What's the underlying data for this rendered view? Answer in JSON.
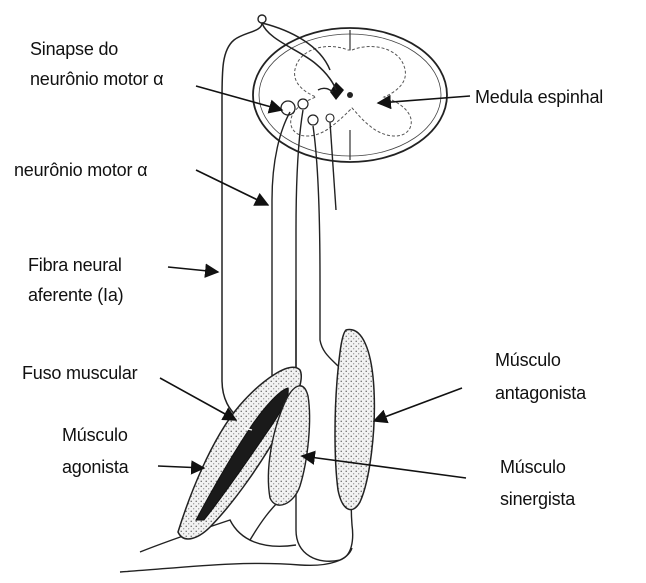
{
  "labels": {
    "synapse": [
      "Sinapse do",
      "neurônio motor α"
    ],
    "spinal_cord": "Medula espinhal",
    "motor_neuron": "neurônio motor α",
    "afferent_fiber": [
      "Fibra neural",
      "aferente (Ia)"
    ],
    "muscle_spindle": "Fuso muscular",
    "agonist": [
      "Músculo",
      "agonista"
    ],
    "antagonist": [
      "Músculo",
      "antagonista"
    ],
    "synergist": [
      "Músculo",
      "sinergista"
    ]
  }
}
